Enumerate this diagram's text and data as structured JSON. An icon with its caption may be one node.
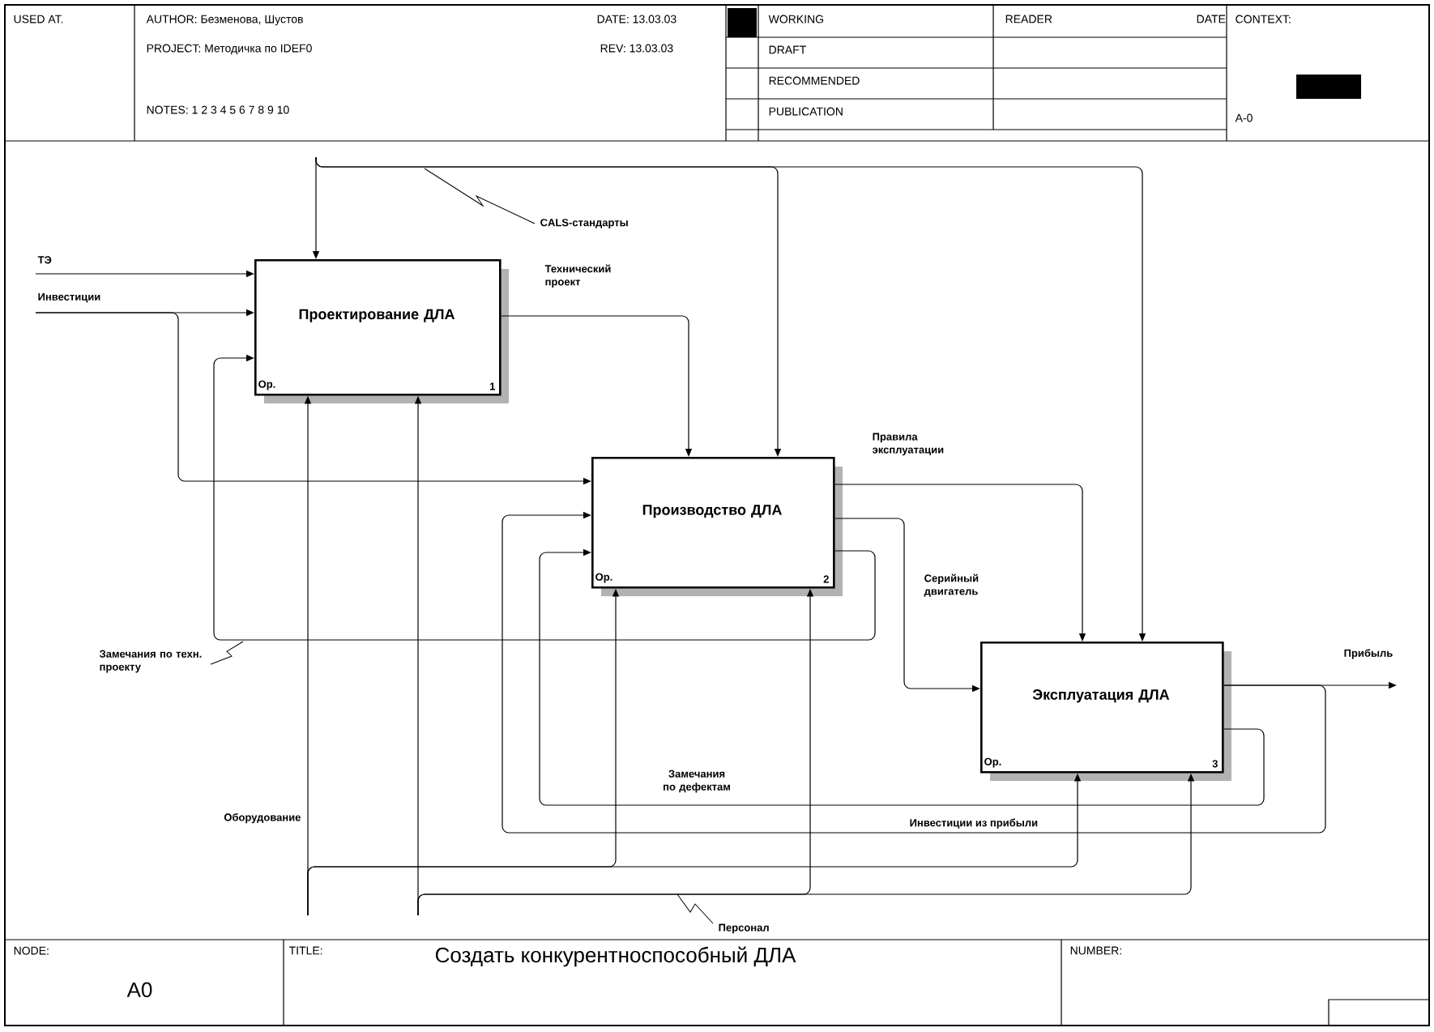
{
  "diagram": {
    "nodes": [
      {
        "text": [
          "Проектирование ДЛА",
          "Ор.",
          "1"
        ]
      },
      {
        "text": [
          "Производство ДЛА",
          "Ор.",
          "2"
        ]
      },
      {
        "text": [
          "Эксплуатация ДЛА",
          "Ор.",
          "3"
        ]
      }
    ],
    "edges": [
      {
        "from": null,
        "to": 0,
        "arrow": "to",
        "label": "ТЭ"
      },
      {
        "from": null,
        "to": 0,
        "arrow": "to",
        "label": "Инвестиции"
      },
      {
        "from": null,
        "to": 1,
        "arrow": "to"
      },
      {
        "from": null,
        "to": 0,
        "arrow": "to"
      },
      {
        "from": null,
        "to": 1,
        "arrow": "to",
        "label": "CALS-стандарты"
      },
      {
        "from": null,
        "to": 2,
        "arrow": "to"
      },
      {
        "from": 0,
        "to": 1,
        "arrow": "to",
        "label": "Технический проект"
      },
      {
        "from": 1,
        "to": 2,
        "arrow": "to",
        "label": "Правила эксплуатации"
      },
      {
        "from": 1,
        "to": 2,
        "arrow": "to",
        "label": "Серийный двигатель"
      },
      {
        "from": 1,
        "to": 0,
        "arrow": "to",
        "label": "Замечания по техн. проекту"
      },
      {
        "from": 2,
        "to": 1,
        "arrow": "to",
        "label": "Замечания по дефектам"
      },
      {
        "from": 2,
        "to": null,
        "arrow": "to",
        "label": "Прибыль"
      },
      {
        "from": 2,
        "to": 1,
        "arrow": "to",
        "label": "Инвестиции из прибыли"
      },
      {
        "from": null,
        "to": 0,
        "arrow": "to",
        "label": "Оборудование"
      },
      {
        "from": null,
        "to": 1,
        "arrow": "to"
      },
      {
        "from": null,
        "to": 2,
        "arrow": "to"
      },
      {
        "from": null,
        "to": 0,
        "arrow": "to"
      },
      {
        "from": null,
        "to": 1,
        "arrow": "to",
        "label": "Персонал"
      },
      {
        "from": null,
        "to": 2,
        "arrow": "to"
      }
    ],
    "labels": [
      "USED AT.",
      "AUTHOR: Безменова, Шустов",
      "PROJECT: Методичка по IDEF0",
      "NOTES: 1 2 3 4 5 6 7 8 9 10",
      "DATE: 13.03.03",
      "REV: 13.03.03",
      "WORKING",
      "DRAFT",
      "RECOMMENDED",
      "PUBLICATION",
      "READER",
      "DATE",
      "CONTEXT:",
      "A-0",
      "NODE:",
      "A0",
      "TITLE:",
      "Создать конкурентноспособный ДЛА",
      "NUMBER:"
    ]
  }
}
